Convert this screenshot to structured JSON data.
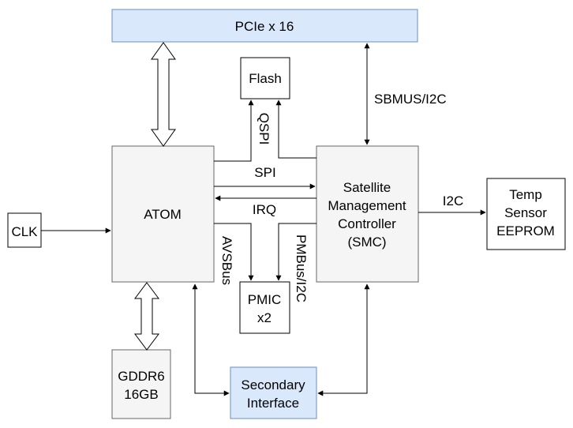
{
  "blocks": {
    "pcie": "PCIe x 16",
    "flash": "Flash",
    "atom": "ATOM",
    "smc": [
      "Satellite",
      "Management",
      "Controller",
      "(SMC)"
    ],
    "temp": [
      "Temp",
      "Sensor",
      "EEPROM"
    ],
    "clk": "CLK",
    "pmic": [
      "PMIC",
      "x2"
    ],
    "gddr": [
      "GDDR6",
      "16GB"
    ],
    "secondary": [
      "Secondary",
      "Interface"
    ]
  },
  "labels": {
    "sbmus": "SBMUS/I2C",
    "qspi": "QSPI",
    "spi": "SPI",
    "irq": "IRQ",
    "i2c": "I2C",
    "avsbus": "AVSBus",
    "pmbus": "PMBus/I2C"
  },
  "colors": {
    "blue_fill": "#dae8fc",
    "blue_stroke": "#6c8ebf",
    "gray_fill": "#f5f5f5",
    "gray_stroke": "#666666",
    "line": "#000000"
  }
}
